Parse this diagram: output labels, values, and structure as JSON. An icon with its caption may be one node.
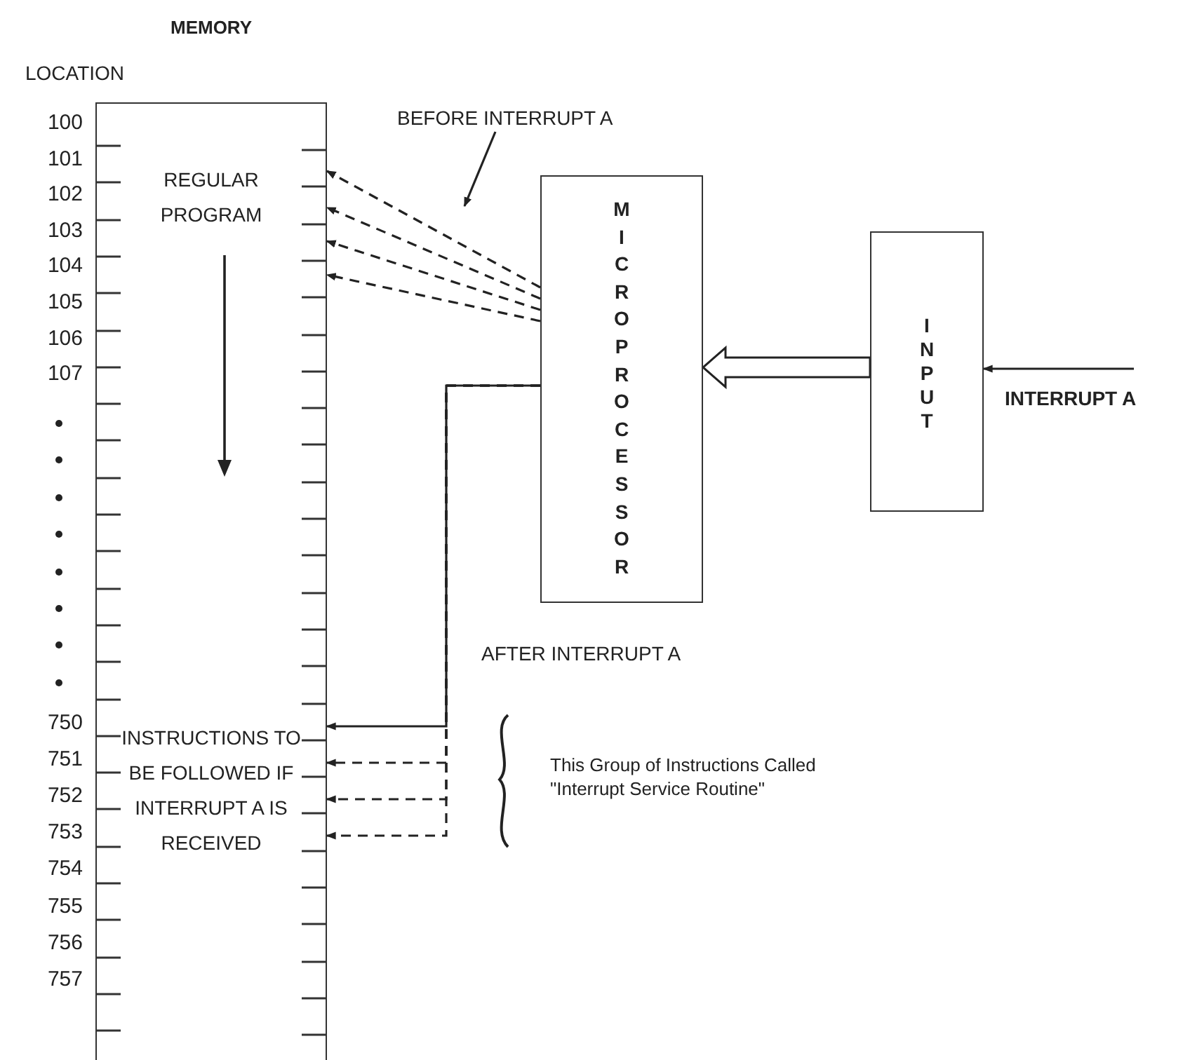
{
  "diagram": {
    "nodes": [
      {
        "text": [
          "MEMORY",
          "REGULAR PROGRAM",
          "INSTRUCTIONS TO BE FOLLOWED IF INTERRUPT A IS RECEIVED"
        ]
      },
      {
        "text": [
          "BEFORE INTERRUPT A"
        ]
      },
      {
        "text": [
          "MICROPROCESSOR"
        ]
      },
      {
        "text": [
          "INPUT"
        ]
      }
    ],
    "edges": [
      {
        "from": 2,
        "to": 0,
        "arrow": "to",
        "style": "dashed"
      },
      {
        "from": 2,
        "to": 0,
        "arrow": "to",
        "style": "dashed"
      },
      {
        "from": 2,
        "to": 0,
        "arrow": "to",
        "style": "dashed"
      },
      {
        "from": 2,
        "to": 0,
        "arrow": "to",
        "style": "dashed"
      },
      {
        "from": 3,
        "to": 2,
        "arrow": "to",
        "style": "thick"
      },
      {
        "from": null,
        "to": 3,
        "arrow": "to",
        "label": "INTERRUPT A"
      },
      {
        "from": 2,
        "to": 0,
        "arrow": "to"
      },
      {
        "from": 2,
        "to": 0,
        "arrow": "to",
        "style": "dashed"
      },
      {
        "from": 2,
        "to": 0,
        "arrow": "to",
        "style": "dashed"
      },
      {
        "from": 2,
        "to": 0,
        "arrow": "to",
        "style": "dashed"
      },
      {
        "from": 1,
        "to": null,
        "arrow": "to"
      }
    ],
    "labels": [
      "LOCATION",
      "100",
      "101",
      "102",
      "103",
      "104",
      "105",
      "106",
      "107",
      "750",
      "751",
      "752",
      "753",
      "754",
      "755",
      "756",
      "757",
      "AFTER INTERRUPT A",
      "This Group of Instructions Called \"Interrupt Service Routine\""
    ]
  }
}
